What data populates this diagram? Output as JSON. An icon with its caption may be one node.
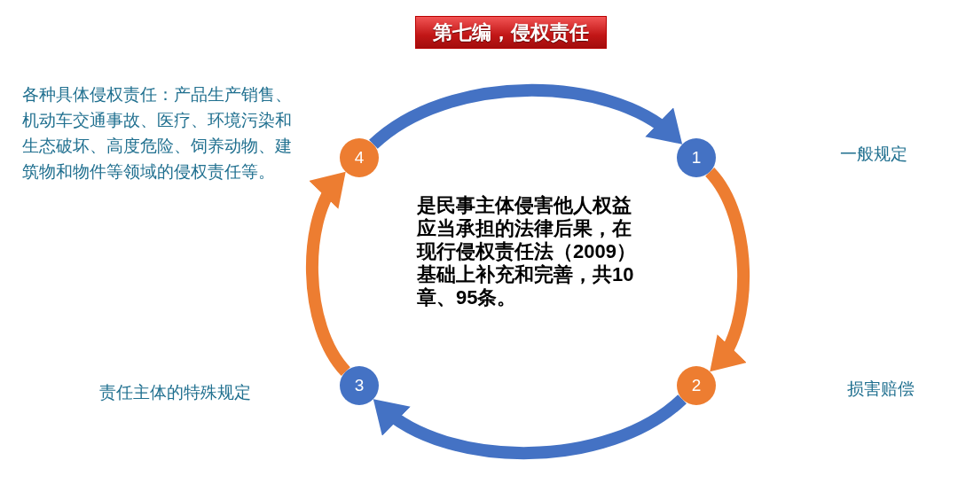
{
  "diagram": {
    "title": "第七编，侵权责任",
    "nodes": [
      {
        "text": [
          "1"
        ]
      },
      {
        "text": [
          "2"
        ]
      },
      {
        "text": [
          "3"
        ]
      },
      {
        "text": [
          "4"
        ]
      }
    ],
    "edges": [
      {
        "from": 0,
        "to": 1,
        "arrow": "to",
        "color": "#ed7d31"
      },
      {
        "from": 1,
        "to": 2,
        "arrow": "to",
        "color": "#4472c4"
      },
      {
        "from": 2,
        "to": 3,
        "arrow": "to",
        "color": "#ed7d31"
      },
      {
        "from": 3,
        "to": 0,
        "arrow": "to",
        "color": "#4472c4"
      }
    ],
    "labels": [
      "各种具体侵权责任：产品生产销售、机动车交通事故、医疗、环境污染和生态破坏、高度危险、饲养动物、建筑物和物件等领域的侵权责任等。",
      "一般规定",
      "是民事主体侵害他人权益应当承担的法律后果，在现行侵权责任法（2009）基础上补充和完善，共10章、95条。",
      "责任主体的特殊规定",
      "损害赔偿"
    ]
  }
}
